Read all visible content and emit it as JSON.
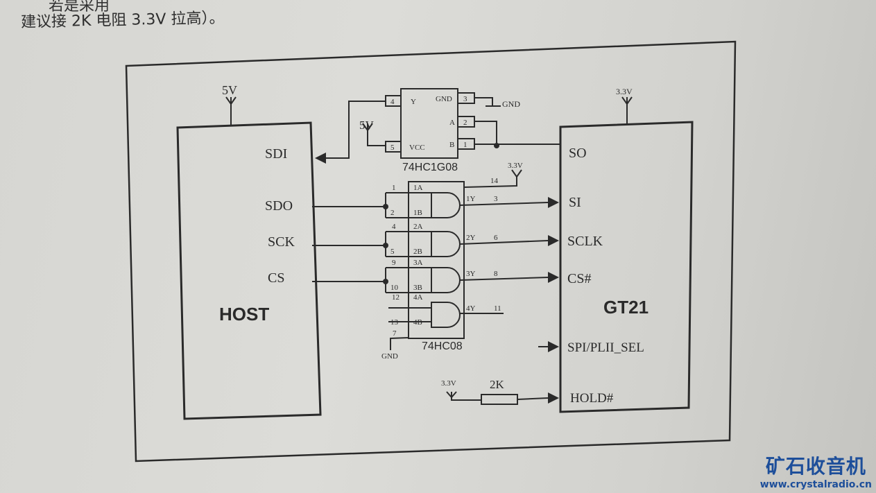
{
  "header_text": {
    "cut_line": "若是采用",
    "note": "建议接 2K 电阻 3.3V 拉高）。"
  },
  "host": {
    "title": "HOST",
    "power": "5V",
    "pins": [
      "SDI",
      "SDO",
      "SCK",
      "CS"
    ]
  },
  "gt21": {
    "title": "GT21",
    "power": "3.3V",
    "pins": [
      "SO",
      "SI",
      "SCLK",
      "CS#",
      "SPI/PLII_SEL",
      "HOLD#"
    ]
  },
  "ic_74hc1g08": {
    "label": "74HC1G08",
    "left_pins": [
      {
        "num": "4",
        "name": "Y"
      },
      {
        "num": "5",
        "name": "VCC"
      }
    ],
    "right_pins": [
      {
        "num": "3",
        "name": "GND"
      },
      {
        "num": "2",
        "name": "A"
      },
      {
        "num": "1",
        "name": "B"
      }
    ],
    "vcc_label": "5V",
    "gnd_label": "GND"
  },
  "ic_74hc08": {
    "label": "74HC08",
    "vcc_pin": "14",
    "vcc_label": "3.3V",
    "gnd_pin": "7",
    "gnd_label": "GND",
    "gates": [
      {
        "a_pin": "1",
        "b_pin": "2",
        "a": "1A",
        "b": "1B",
        "y": "1Y",
        "out_pin": "3"
      },
      {
        "a_pin": "4",
        "b_pin": "5",
        "a": "2A",
        "b": "2B",
        "y": "2Y",
        "out_pin": "6"
      },
      {
        "a_pin": "9",
        "b_pin": "10",
        "a": "3A",
        "b": "3B",
        "y": "3Y",
        "out_pin": "8"
      },
      {
        "a_pin": "12",
        "b_pin": "13",
        "a": "4A",
        "b": "4B",
        "y": "4Y",
        "out_pin": "11"
      }
    ]
  },
  "pullup": {
    "supply": "3.3V",
    "resistor": "2K"
  },
  "watermark": {
    "name": "矿石收音机",
    "url": "www.crystalradio.cn"
  }
}
